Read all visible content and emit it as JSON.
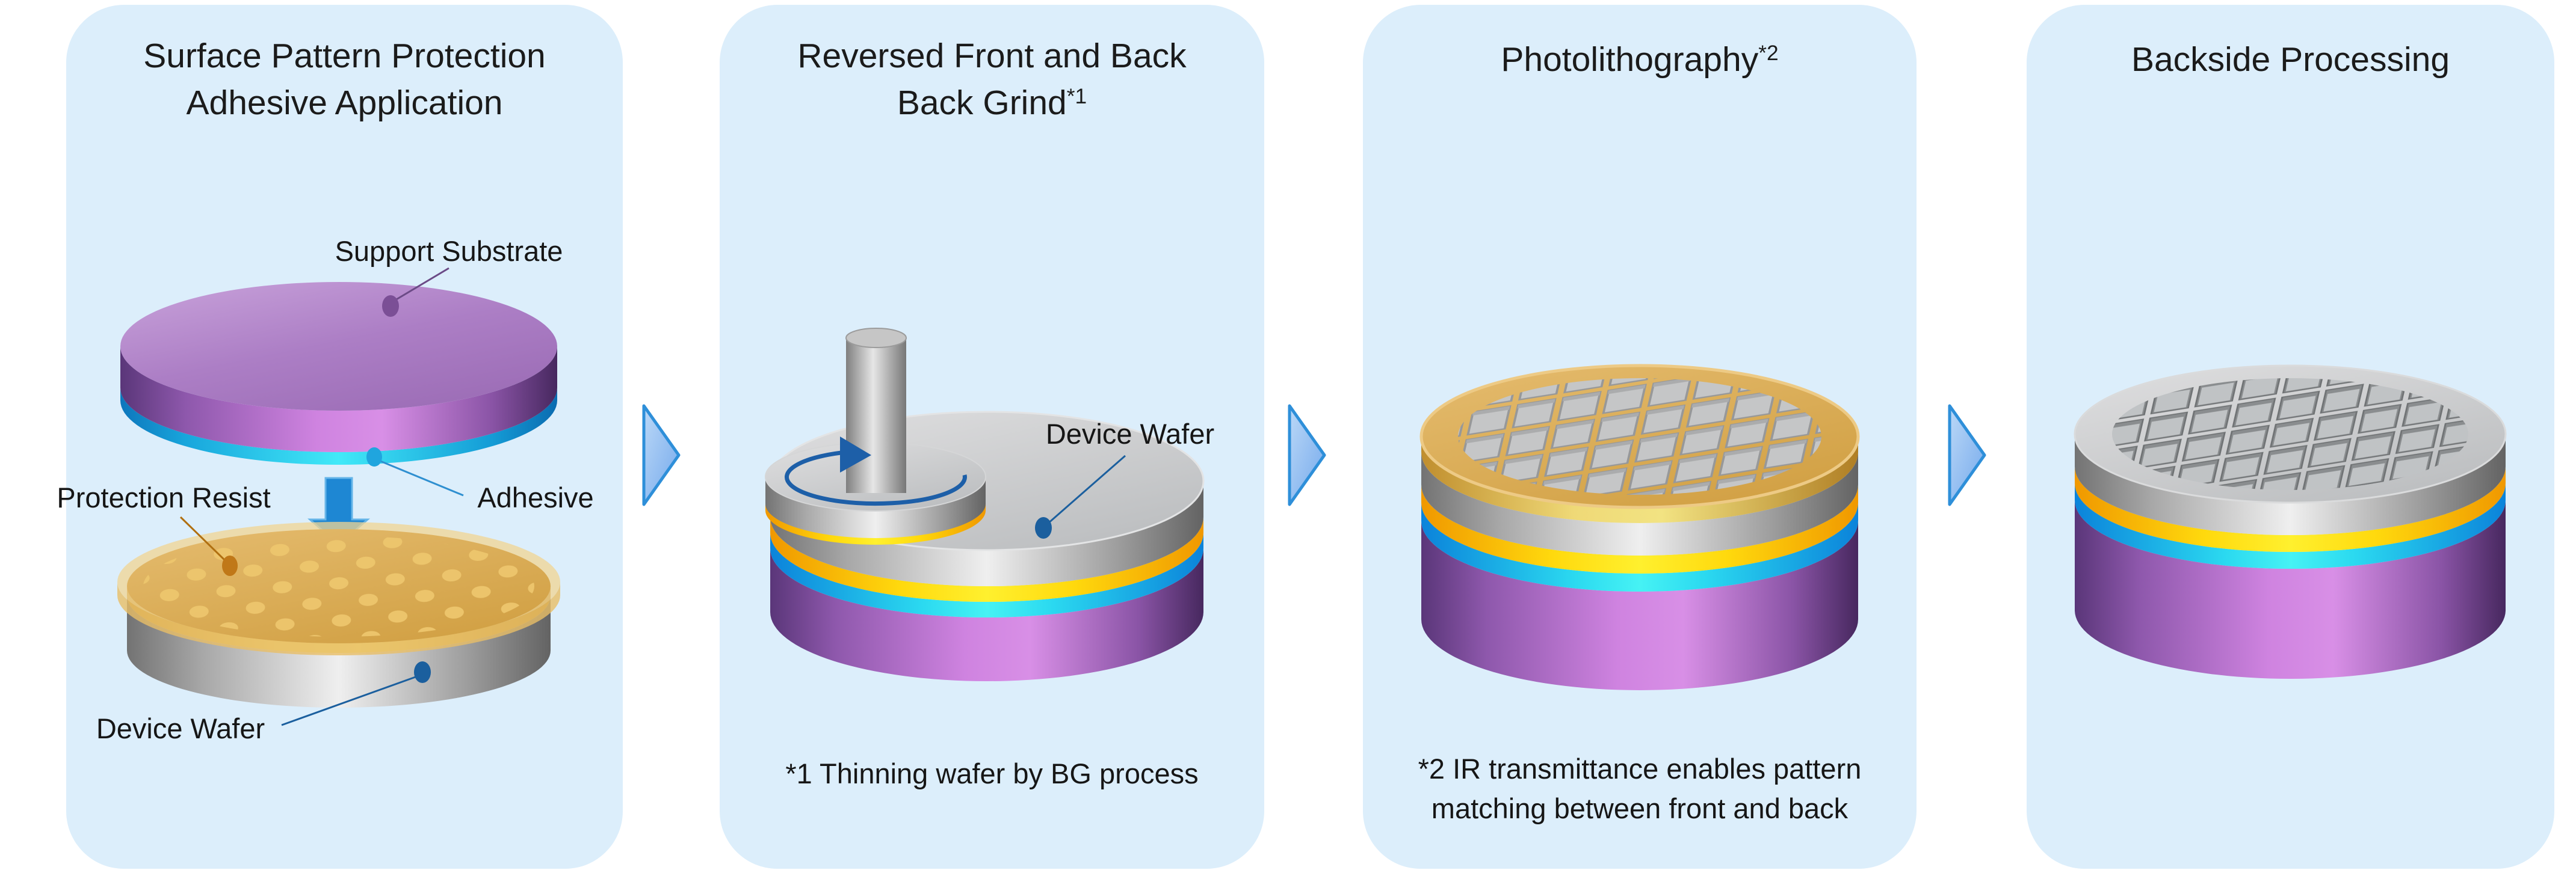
{
  "diagram": {
    "panel1": {
      "title_line1": "Surface Pattern Protection",
      "title_line2": "Adhesive Application",
      "label_support_substrate": "Support Substrate",
      "label_adhesive": "Adhesive",
      "label_protection_resist": "Protection Resist",
      "label_device_wafer": "Device Wafer"
    },
    "panel2": {
      "title_line1": "Reversed Front and Back",
      "title_line2": "Back Grind",
      "title_sup": "*1",
      "label_device_wafer": "Device Wafer",
      "footnote": "*1 Thinning wafer by BG process"
    },
    "panel3": {
      "title": "Photolithography",
      "title_sup": "*2",
      "footnote_line1": "*2 IR transmittance enables pattern",
      "footnote_line2": "matching between front and back"
    },
    "panel4": {
      "title": "Backside Processing"
    },
    "colors": {
      "panel_bg": "#DCEEFB",
      "flow_arrow_border": "#2E8FD9",
      "support_substrate_purple": "#A97BC3",
      "adhesive_cyan": "#2FD8F2",
      "protection_resist_gold": "#D9A84E",
      "device_wafer_gray": "#BEC0C2",
      "apply_arrow_blue": "#1E87D3",
      "rotation_arrow_blue": "#1D5FA8"
    }
  }
}
